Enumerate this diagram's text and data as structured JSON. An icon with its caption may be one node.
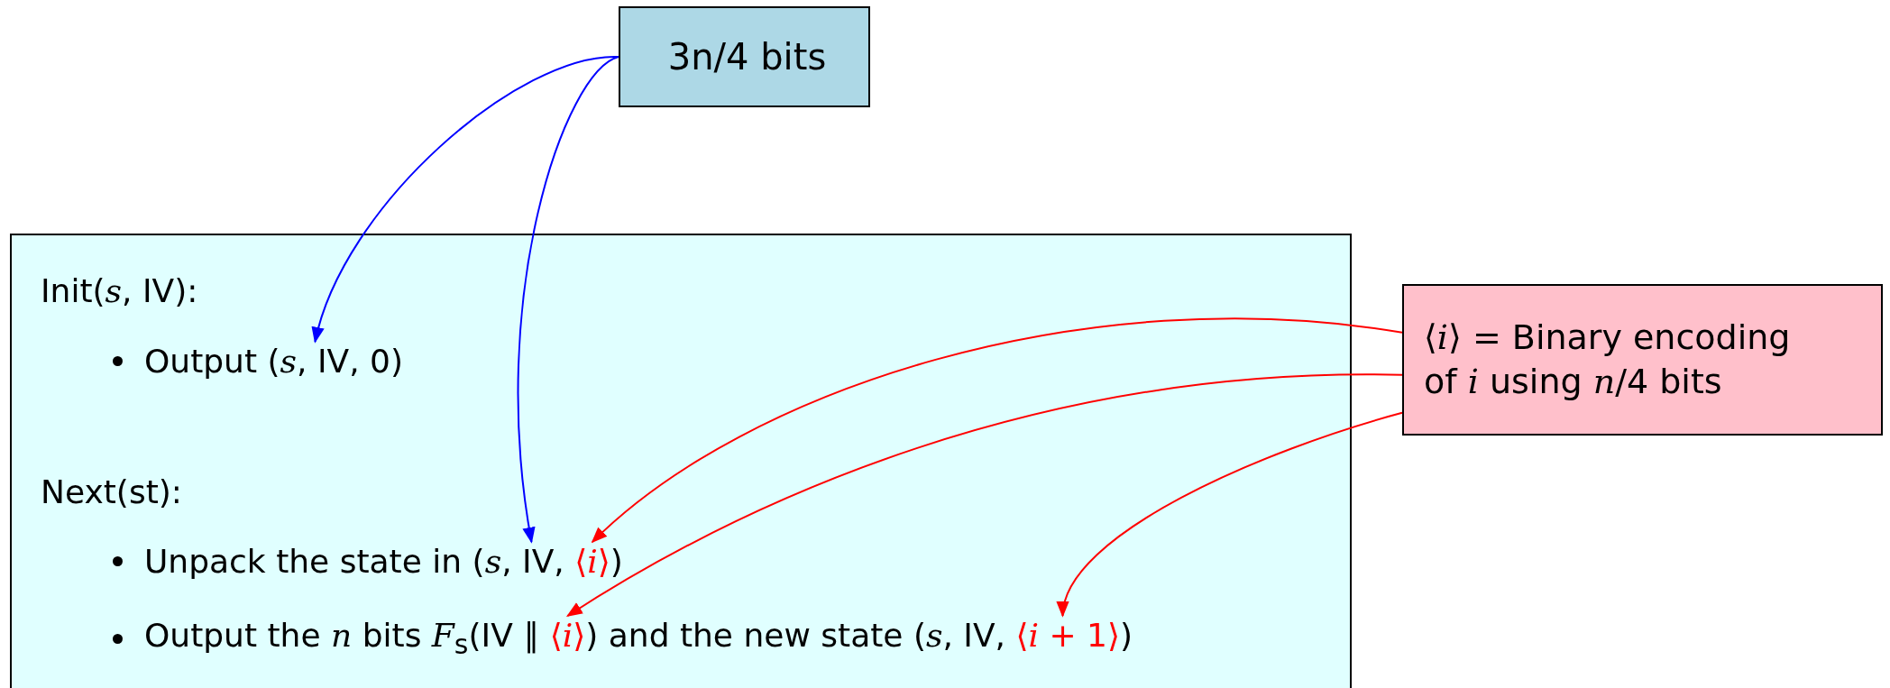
{
  "diagram": {
    "nodes": [
      {
        "text": [
          "3n/4 bits"
        ]
      },
      {
        "text": [],
        "shape": "box"
      },
      {
        "text": [
          "Init(*s*, IV):"
        ],
        "in": 1
      },
      {
        "text": [
          "Output (*s*, IV, 0)"
        ],
        "in": 1
      },
      {
        "text": [
          "Next(st):"
        ],
        "in": 1
      },
      {
        "text": [
          "Unpack the state in (*s*, IV, ",
          "⟨*i*⟩",
          ")"
        ],
        "in": 1
      },
      {
        "text": [
          "Output the *n* bits *F*$_{s}$(IV ∥ ",
          "⟨*i*⟩",
          ") and the new state (*s*, IV, ",
          "⟨*i* + 1⟩",
          ")"
        ],
        "in": 1
      },
      {
        "text": [
          "⟨*i*⟩ = Binary encoding of *i* using *n*/4 bits"
        ]
      }
    ],
    "edges": [
      {
        "from": 0,
        "to": 3,
        "arrow": "to",
        "color": "#0000ff"
      },
      {
        "from": 0,
        "to": 5,
        "arrow": "to",
        "color": "#0000ff"
      },
      {
        "from": 7,
        "to": 5,
        "arrow": "to"
      },
      {
        "from": 7,
        "to": 6,
        "arrow": "to"
      },
      {
        "from": 7,
        "to": 6,
        "arrow": "to"
      }
    ]
  }
}
